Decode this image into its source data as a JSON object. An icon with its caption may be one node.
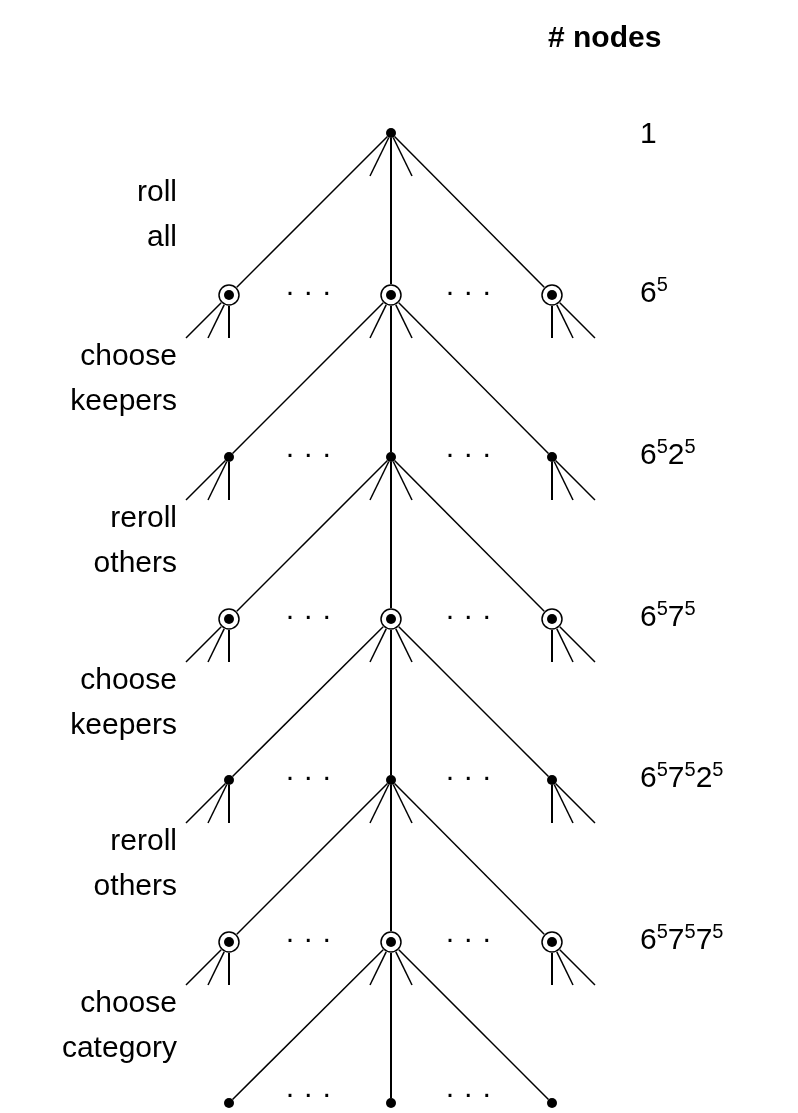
{
  "diagram": {
    "nodes": [
      {
        "text": [],
        "shape": "dot"
      },
      {
        "text": [],
        "shape": "circle"
      },
      {
        "text": [],
        "shape": "circle"
      },
      {
        "text": [],
        "shape": "circle"
      },
      {
        "text": [],
        "shape": "dot"
      },
      {
        "text": [],
        "shape": "dot"
      },
      {
        "text": [],
        "shape": "dot"
      },
      {
        "text": [],
        "shape": "circle"
      },
      {
        "text": [],
        "shape": "circle"
      },
      {
        "text": [],
        "shape": "circle"
      },
      {
        "text": [],
        "shape": "dot"
      },
      {
        "text": [],
        "shape": "dot"
      },
      {
        "text": [],
        "shape": "dot"
      },
      {
        "text": [],
        "shape": "circle"
      },
      {
        "text": [],
        "shape": "circle"
      },
      {
        "text": [],
        "shape": "circle"
      },
      {
        "text": [],
        "shape": "dot"
      },
      {
        "text": [],
        "shape": "dot"
      },
      {
        "text": [],
        "shape": "dot"
      }
    ],
    "edges": [
      {
        "from": 0,
        "to": 1,
        "arrow": "none"
      },
      {
        "from": 0,
        "to": 2,
        "arrow": "none"
      },
      {
        "from": 0,
        "to": 3,
        "arrow": "none"
      },
      {
        "from": 0,
        "to": null,
        "arrow": "none"
      },
      {
        "from": 0,
        "to": null,
        "arrow": "none"
      },
      {
        "from": 1,
        "to": null,
        "arrow": "none"
      },
      {
        "from": 1,
        "to": null,
        "arrow": "none"
      },
      {
        "from": 1,
        "to": null,
        "arrow": "none"
      },
      {
        "from": 2,
        "to": 4,
        "arrow": "none"
      },
      {
        "from": 2,
        "to": 5,
        "arrow": "none"
      },
      {
        "from": 2,
        "to": 6,
        "arrow": "none"
      },
      {
        "from": 2,
        "to": null,
        "arrow": "none"
      },
      {
        "from": 2,
        "to": null,
        "arrow": "none"
      },
      {
        "from": 3,
        "to": null,
        "arrow": "none"
      },
      {
        "from": 3,
        "to": null,
        "arrow": "none"
      },
      {
        "from": 3,
        "to": null,
        "arrow": "none"
      },
      {
        "from": 4,
        "to": null,
        "arrow": "none"
      },
      {
        "from": 4,
        "to": null,
        "arrow": "none"
      },
      {
        "from": 4,
        "to": null,
        "arrow": "none"
      },
      {
        "from": 5,
        "to": 7,
        "arrow": "none"
      },
      {
        "from": 5,
        "to": 8,
        "arrow": "none"
      },
      {
        "from": 5,
        "to": 9,
        "arrow": "none"
      },
      {
        "from": 5,
        "to": null,
        "arrow": "none"
      },
      {
        "from": 5,
        "to": null,
        "arrow": "none"
      },
      {
        "from": 6,
        "to": null,
        "arrow": "none"
      },
      {
        "from": 6,
        "to": null,
        "arrow": "none"
      },
      {
        "from": 6,
        "to": null,
        "arrow": "none"
      },
      {
        "from": 7,
        "to": null,
        "arrow": "none"
      },
      {
        "from": 7,
        "to": null,
        "arrow": "none"
      },
      {
        "from": 7,
        "to": null,
        "arrow": "none"
      },
      {
        "from": 8,
        "to": 10,
        "arrow": "none"
      },
      {
        "from": 8,
        "to": 11,
        "arrow": "none"
      },
      {
        "from": 8,
        "to": 12,
        "arrow": "none"
      },
      {
        "from": 8,
        "to": null,
        "arrow": "none"
      },
      {
        "from": 8,
        "to": null,
        "arrow": "none"
      },
      {
        "from": 9,
        "to": null,
        "arrow": "none"
      },
      {
        "from": 9,
        "to": null,
        "arrow": "none"
      },
      {
        "from": 9,
        "to": null,
        "arrow": "none"
      },
      {
        "from": 10,
        "to": null,
        "arrow": "none"
      },
      {
        "from": 10,
        "to": null,
        "arrow": "none"
      },
      {
        "from": 10,
        "to": null,
        "arrow": "none"
      },
      {
        "from": 11,
        "to": 13,
        "arrow": "none"
      },
      {
        "from": 11,
        "to": 14,
        "arrow": "none"
      },
      {
        "from": 11,
        "to": 15,
        "arrow": "none"
      },
      {
        "from": 11,
        "to": null,
        "arrow": "none"
      },
      {
        "from": 11,
        "to": null,
        "arrow": "none"
      },
      {
        "from": 12,
        "to": null,
        "arrow": "none"
      },
      {
        "from": 12,
        "to": null,
        "arrow": "none"
      },
      {
        "from": 12,
        "to": null,
        "arrow": "none"
      },
      {
        "from": 13,
        "to": null,
        "arrow": "none"
      },
      {
        "from": 13,
        "to": null,
        "arrow": "none"
      },
      {
        "from": 13,
        "to": null,
        "arrow": "none"
      },
      {
        "from": 14,
        "to": 16,
        "arrow": "none"
      },
      {
        "from": 14,
        "to": 17,
        "arrow": "none"
      },
      {
        "from": 14,
        "to": 18,
        "arrow": "none"
      },
      {
        "from": 14,
        "to": null,
        "arrow": "none"
      },
      {
        "from": 14,
        "to": null,
        "arrow": "none"
      },
      {
        "from": 15,
        "to": null,
        "arrow": "none"
      },
      {
        "from": 15,
        "to": null,
        "arrow": "none"
      },
      {
        "from": 15,
        "to": null,
        "arrow": "none"
      }
    ],
    "labels": [
      "# nodes",
      "1",
      "roll all",
      "· · ·",
      "· · ·",
      "6$^{5}$",
      "choose keepers",
      "· · ·",
      "· · ·",
      "6$^{5}$2$^{5}$",
      "reroll others",
      "· · ·",
      "· · ·",
      "6$^{5}$7$^{5}$",
      "choose keepers",
      "· · ·",
      "· · ·",
      "6$^{5}$7$^{5}$2$^{5}$",
      "reroll others",
      "· · ·",
      "· · ·",
      "6$^{5}$7$^{5}$7$^{5}$",
      "choose category",
      "· · ·",
      "· · ·"
    ]
  }
}
